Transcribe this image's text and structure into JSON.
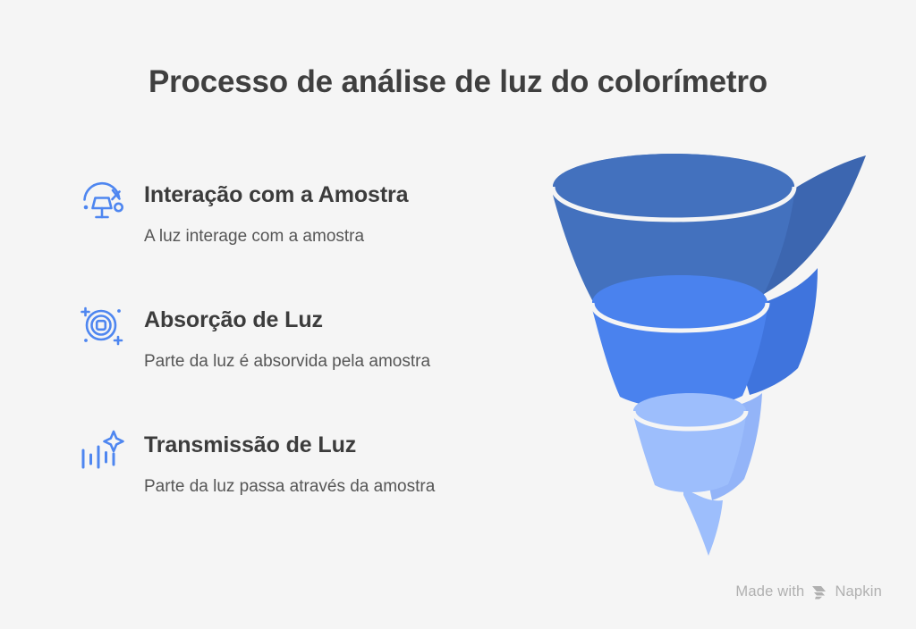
{
  "page": {
    "title": "Processo de análise de luz do colorímetro",
    "background_color": "#f5f5f5",
    "title_color": "#3f3f3f"
  },
  "steps": [
    {
      "icon": "lamp-light-icon",
      "heading": "Interação com a Amostra",
      "description": "A luz interage com a amostra",
      "accent_color": "#4e86f0"
    },
    {
      "icon": "concentric-target-icon",
      "heading": "Absorção de Luz",
      "description": "Parte da luz é absorvida pela amostra",
      "accent_color": "#4e86f0"
    },
    {
      "icon": "bars-sparkle-icon",
      "heading": "Transmissão de Luz",
      "description": "Parte da luz passa através da amostra",
      "accent_color": "#4e86f0"
    }
  ],
  "funnel": {
    "type": "spiral-funnel",
    "segments": [
      {
        "label": "Interação com a Amostra",
        "color": "#4371be",
        "order": 1
      },
      {
        "label": "Absorção de Luz",
        "color": "#4a82ee",
        "order": 2
      },
      {
        "label": "Transmissão de Luz",
        "color": "#9dbefc",
        "order": 3
      }
    ],
    "separator_color": "#f5f5f5"
  },
  "watermark": {
    "prefix": "Made with",
    "brand": "Napkin",
    "logo": "napkin-stripes-logo",
    "color": "#b0b0b0"
  }
}
